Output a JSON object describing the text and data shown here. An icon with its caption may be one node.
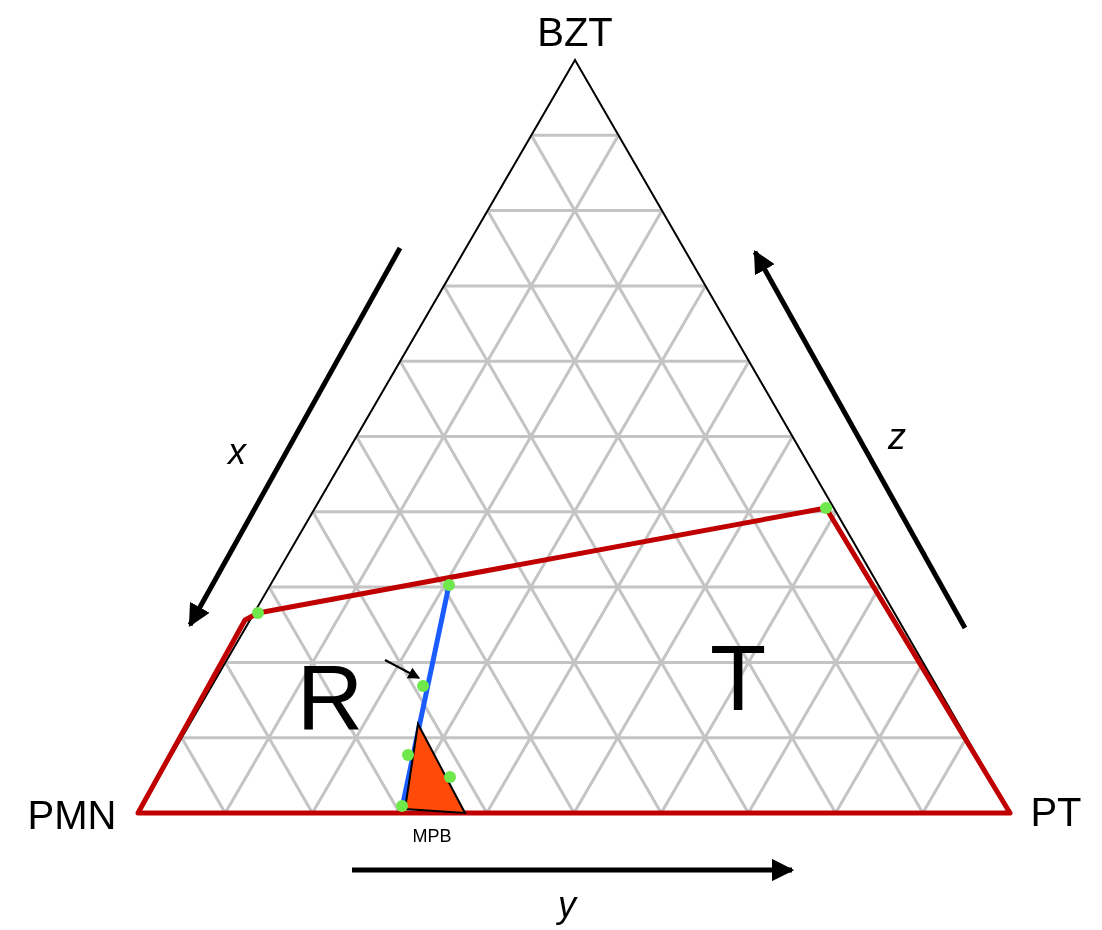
{
  "diagram": {
    "labels": [
      "BZT",
      "x",
      "z",
      "R",
      "T",
      "PMN",
      "MPB",
      "PT",
      "y"
    ]
  }
}
